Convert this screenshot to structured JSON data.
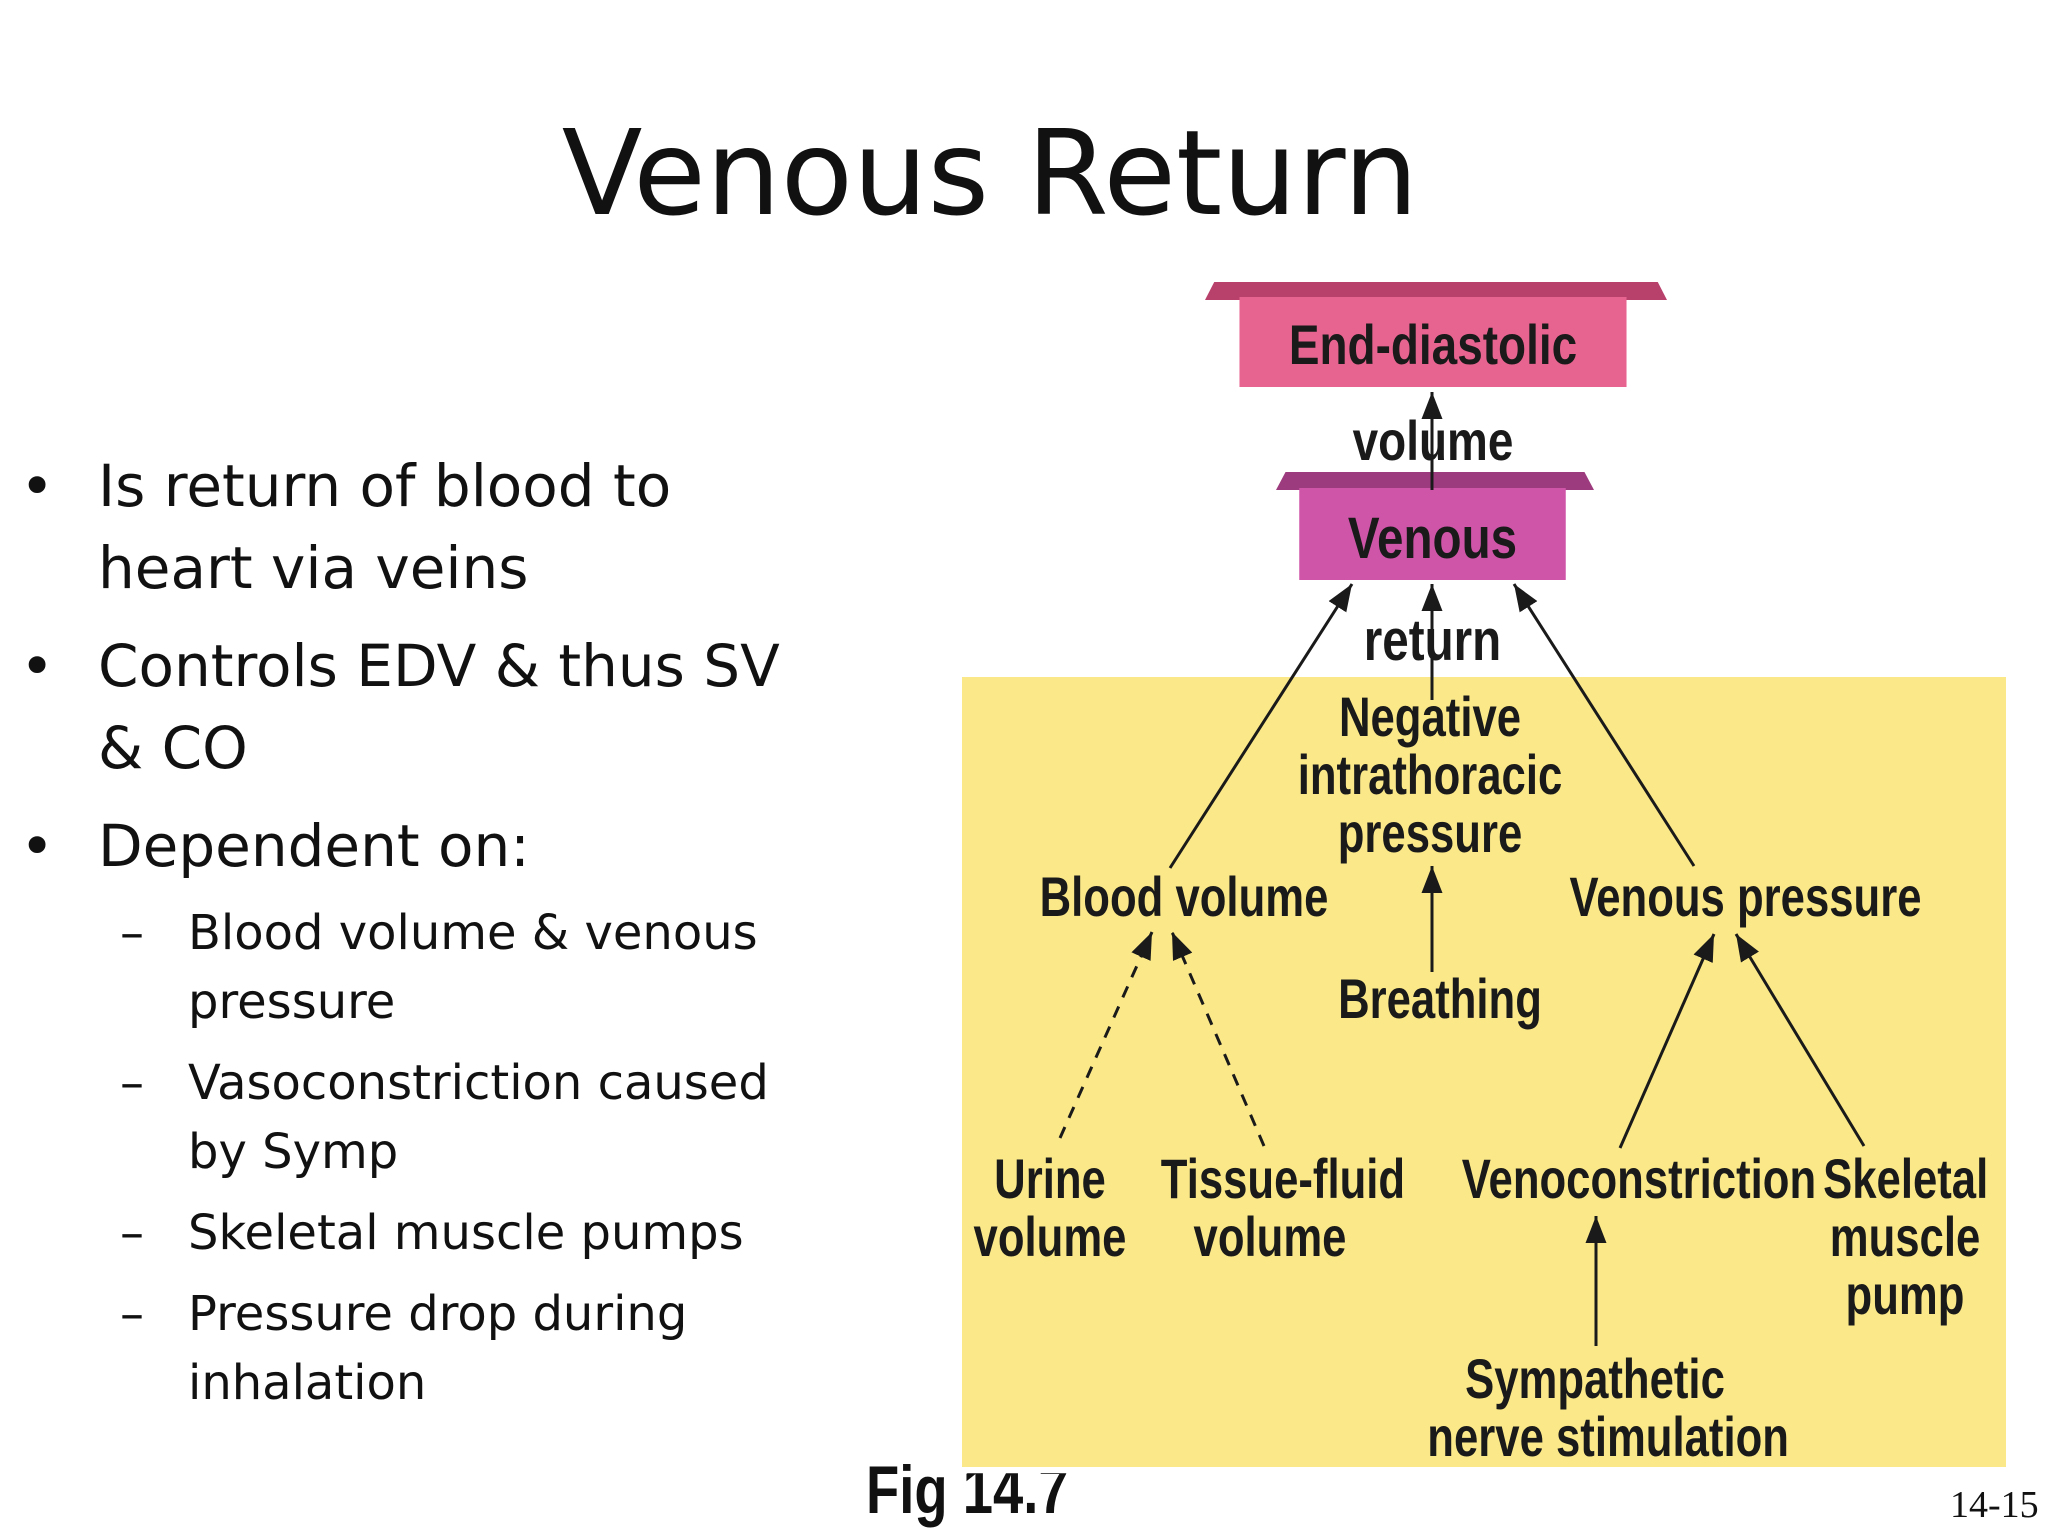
{
  "slide": {
    "title": "Venous Return",
    "page_number": "14-15",
    "figure_label": "Fig",
    "figure_number": "14.7"
  },
  "bullets": [
    {
      "text": "Is return of blood to heart via veins"
    },
    {
      "text": "Controls EDV & thus SV & CO"
    },
    {
      "text": "Dependent on:"
    }
  ],
  "sub_bullets": [
    {
      "text": "Blood volume & venous pressure"
    },
    {
      "text": "Vasoconstriction caused by Symp"
    },
    {
      "text": "Skeletal muscle pumps"
    },
    {
      "text": "Pressure drop during inhalation"
    }
  ],
  "diagram": {
    "colors": {
      "panel": "#fbe989",
      "edv_box": "#e86490",
      "venous_return_box": "#cf55a8"
    },
    "nodes": {
      "edv": "End-diastolic volume",
      "venous_return": "Venous return",
      "negative_intrathoracic_1": "Negative",
      "negative_intrathoracic_2": "intrathoracic",
      "negative_intrathoracic_3": "pressure",
      "blood_volume": "Blood volume",
      "venous_pressure": "Venous pressure",
      "breathing": "Breathing",
      "urine_volume_1": "Urine",
      "urine_volume_2": "volume",
      "tissue_fluid_1": "Tissue-fluid",
      "tissue_fluid_2": "volume",
      "venoconstriction": "Venoconstriction",
      "skeletal_1": "Skeletal",
      "skeletal_2": "muscle",
      "skeletal_3": "pump",
      "sympathetic_1": "Sympathetic",
      "sympathetic_2": "nerve stimulation"
    }
  }
}
